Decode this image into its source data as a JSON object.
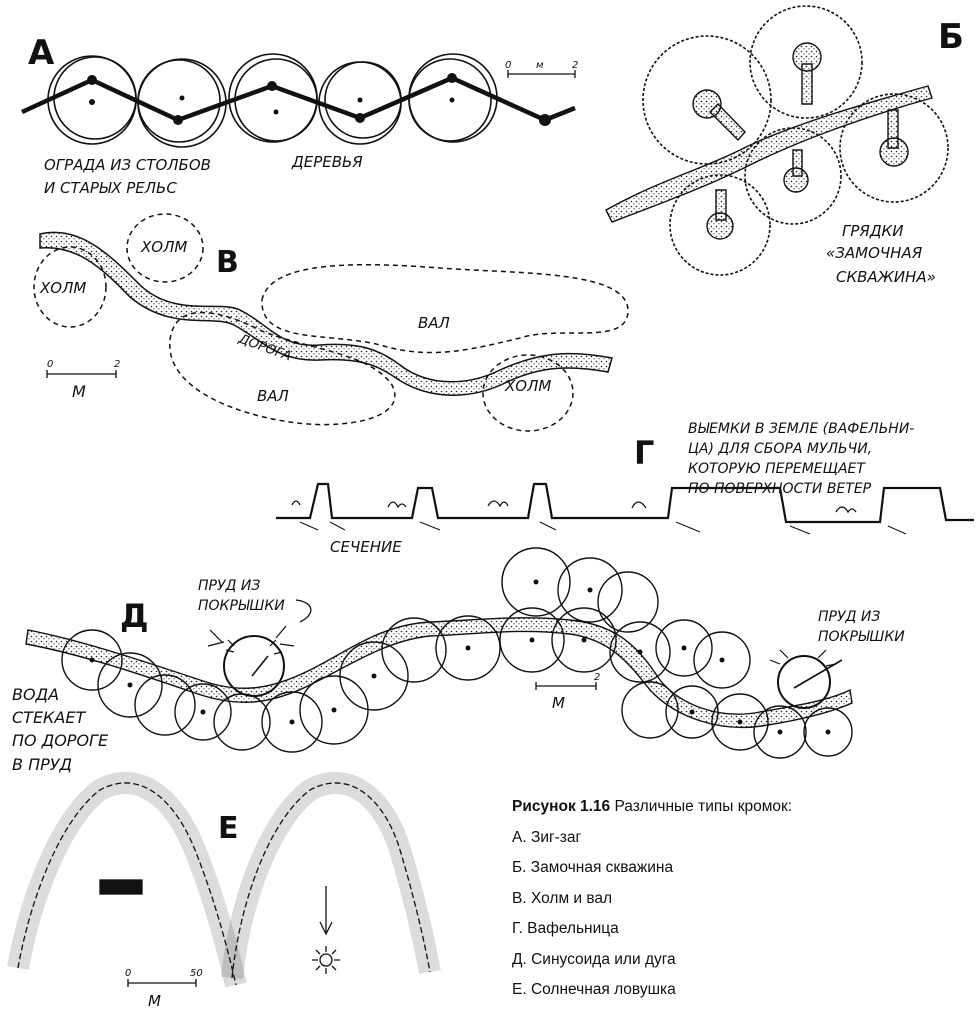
{
  "figure": {
    "letters": {
      "a": "А",
      "b": "Б",
      "v": "В",
      "g": "Г",
      "d": "Д",
      "e": "Е"
    },
    "a": {
      "fence_label_1": "ОГРАДА ИЗ СТОЛБОВ",
      "fence_label_2": "И СТАРЫХ РЕЛЬС",
      "trees_label": "ДЕРЕВЬЯ",
      "scale": {
        "start": "0",
        "unit": "м",
        "end": "2"
      }
    },
    "b": {
      "label_1": "ГРЯДКИ",
      "label_2": "«ЗАМОЧНАЯ",
      "label_3": "СКВАЖИНА»"
    },
    "v": {
      "hill": "ХОЛМ",
      "road": "ДОРОГА",
      "bank": "ВАЛ",
      "scale": {
        "start": "0",
        "end": "2",
        "unit": "М"
      }
    },
    "g": {
      "note_1": "ВЫЕМКИ В ЗЕМЛЕ (ВАФЕЛЬНИ-",
      "note_2": "ЦА) ДЛЯ СБОРА МУЛЬЧИ,",
      "note_3": "КОТОРУЮ ПЕРЕМЕЩАЕТ",
      "note_4": "ПО ПОВЕРХНОСТИ ВЕТЕР",
      "section": "СЕЧЕНИЕ"
    },
    "d": {
      "pond_1": "ПРУД ИЗ",
      "pond_2": "ПОКРЫШКИ",
      "water_1": "ВОДА",
      "water_2": "СТЕКАЕТ",
      "water_3": "ПО ДОРОГЕ",
      "water_4": "В ПРУД",
      "scale": {
        "end": "2",
        "unit": "М"
      }
    },
    "e": {
      "scale": {
        "start": "0",
        "end": "50",
        "unit": "М"
      }
    }
  },
  "caption": {
    "title": "Рисунок 1.16",
    "subtitle": "Различные типы кромок:",
    "items": [
      "А. Зиг-заг",
      "Б. Замочная скважина",
      "В. Холм и вал",
      "Г. Вафельница",
      "Д. Синусоида или дуга",
      "Е. Солнечная ловушка"
    ]
  }
}
